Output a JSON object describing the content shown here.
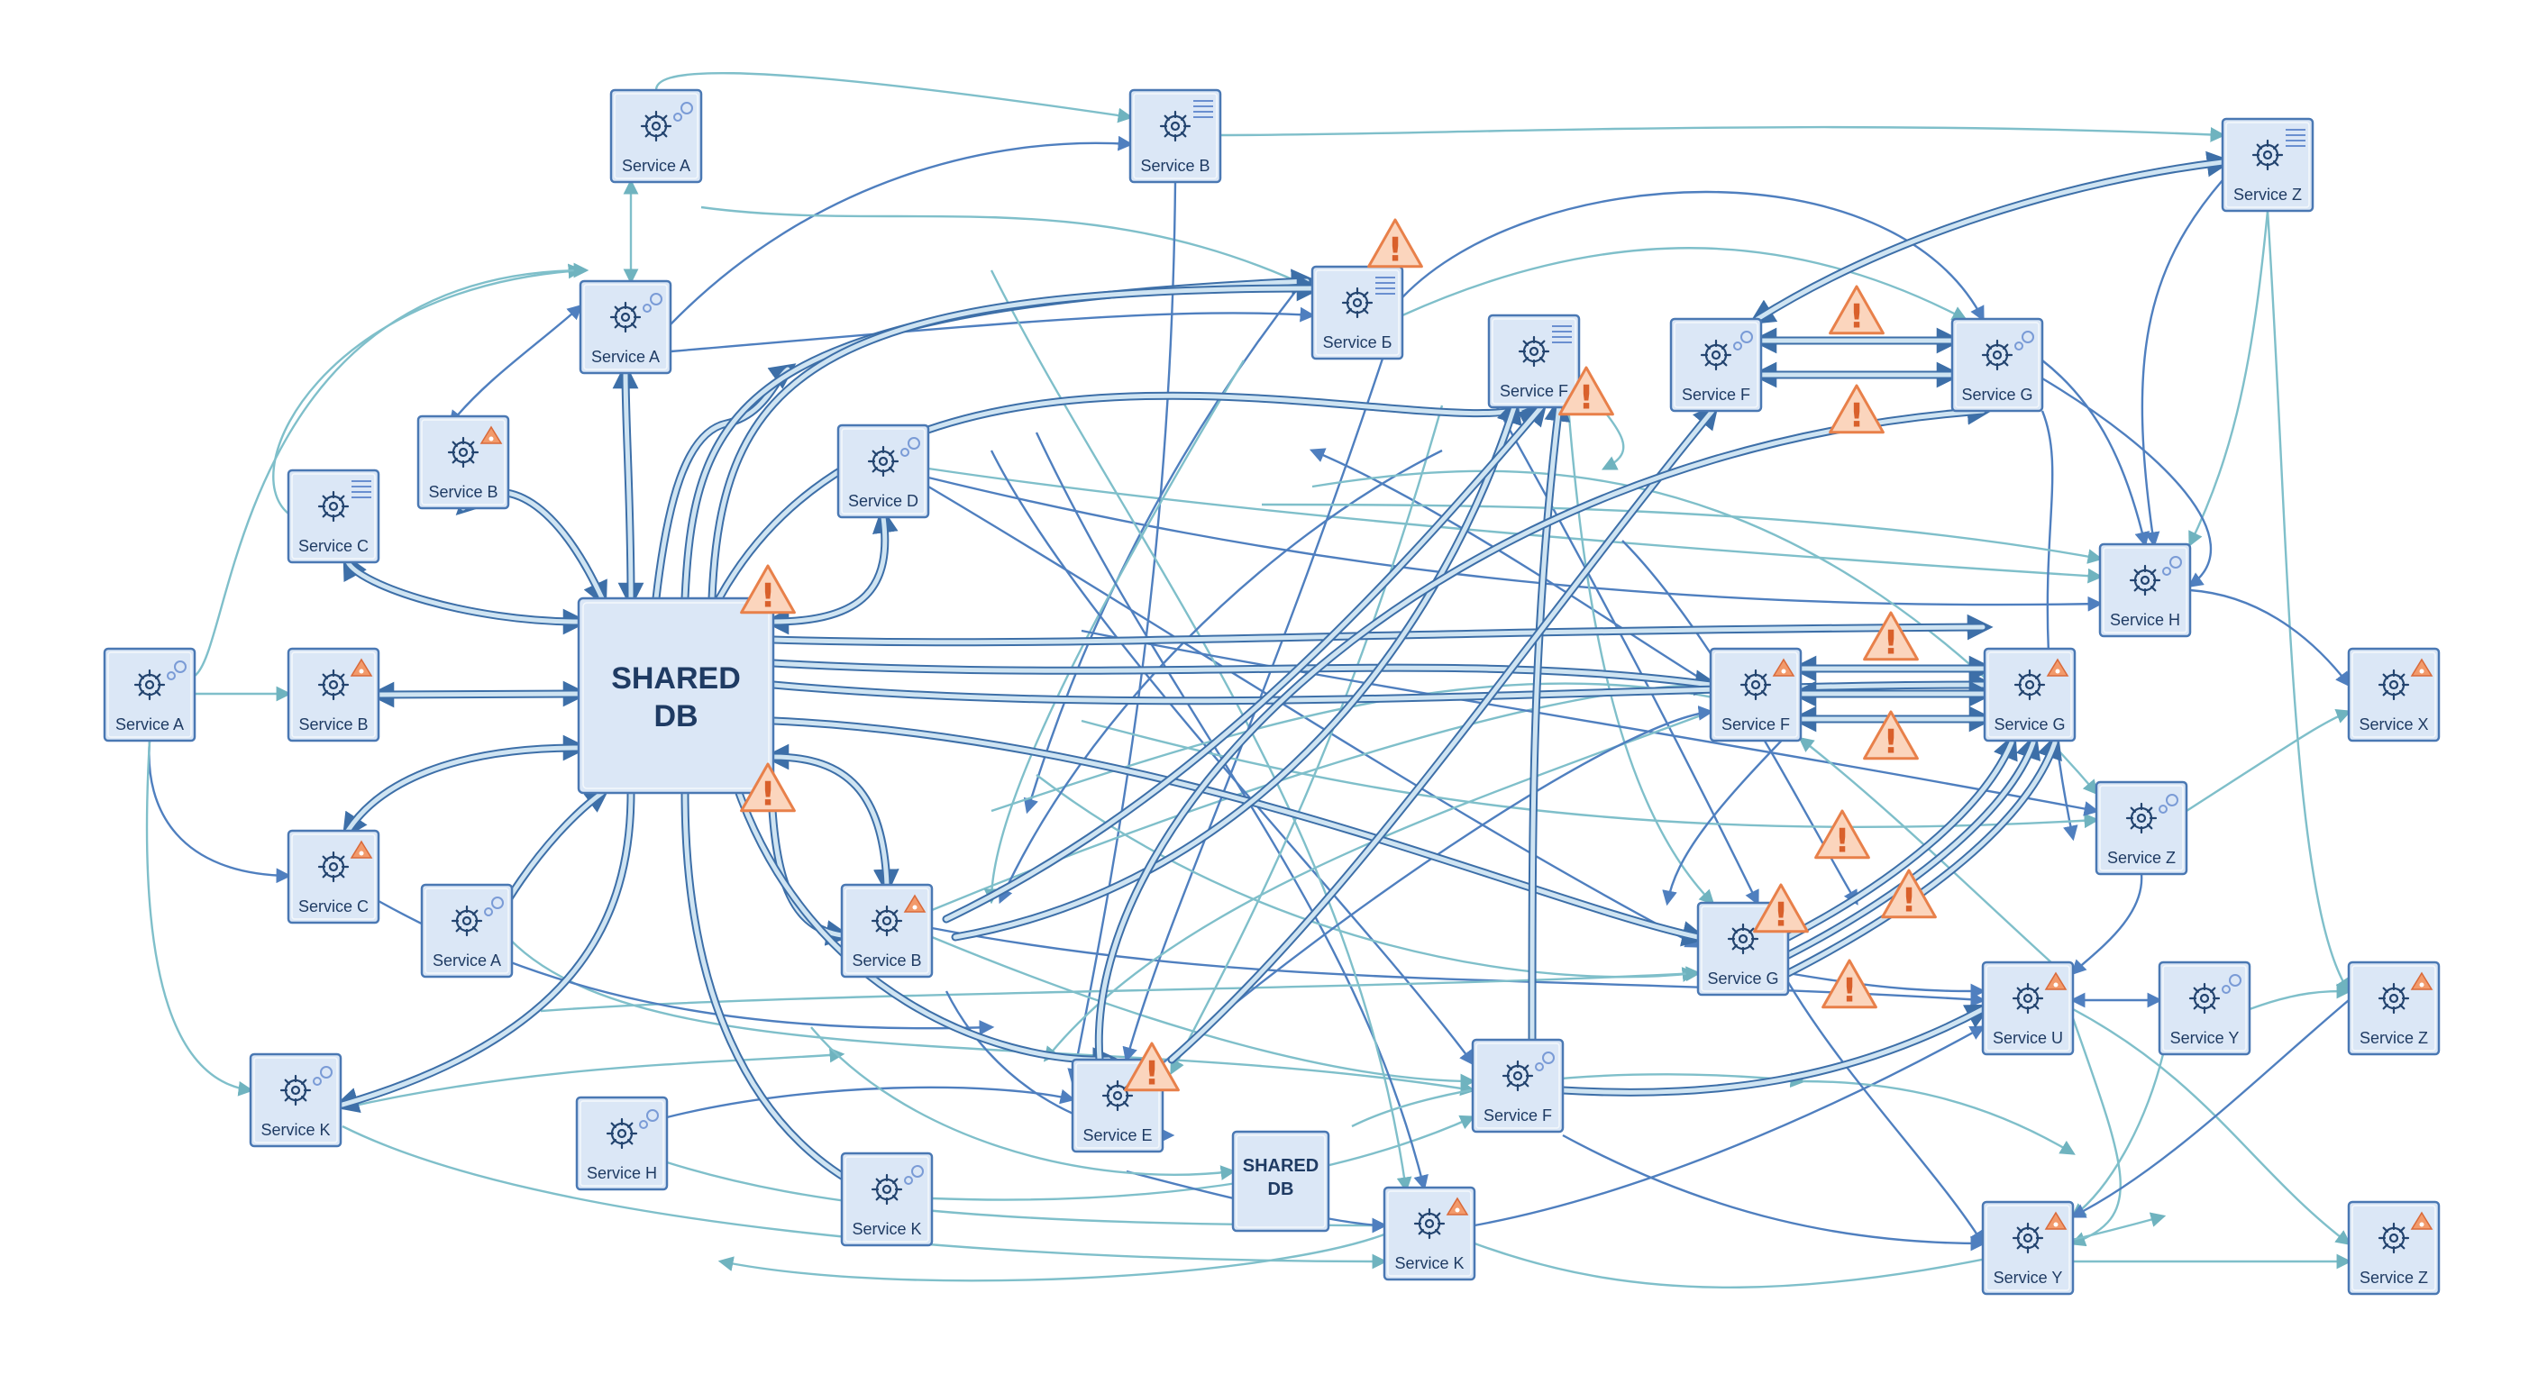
{
  "colors": {
    "node_fill": "#dbe7f6",
    "node_stroke": "#4a78b3",
    "wire_blue": "#4f7fbf",
    "wire_teal": "#7fbfca",
    "warning": "#e8804a"
  },
  "nodes": [
    {
      "id": "n1",
      "label": "Service A",
      "badge": "gears"
    },
    {
      "id": "n2",
      "label": "Service B",
      "badge": "lines"
    },
    {
      "id": "n3",
      "label": "Service Z",
      "badge": "lines"
    },
    {
      "id": "n4",
      "label": "Service Б",
      "badge": "lines"
    },
    {
      "id": "n5",
      "label": "Service A",
      "badge": "gears"
    },
    {
      "id": "n6",
      "label": "Service F",
      "badge": "lines"
    },
    {
      "id": "n7",
      "label": "Service F",
      "badge": "gears"
    },
    {
      "id": "n8",
      "label": "Service G",
      "badge": "gears"
    },
    {
      "id": "n9",
      "label": "Service B",
      "badge": "tri"
    },
    {
      "id": "n10",
      "label": "Service C",
      "badge": "lines"
    },
    {
      "id": "n11",
      "label": "Service D",
      "badge": "gears"
    },
    {
      "id": "n12",
      "label": "Service H",
      "badge": "gears"
    },
    {
      "id": "n13",
      "label": "Service A",
      "badge": "gears"
    },
    {
      "id": "n14",
      "label": "Service B",
      "badge": "tri"
    },
    {
      "id": "n15",
      "label": "Service F",
      "badge": "tri"
    },
    {
      "id": "n16",
      "label": "Service G",
      "badge": "tri"
    },
    {
      "id": "n17",
      "label": "Service X",
      "badge": "tri"
    },
    {
      "id": "n18",
      "label": "Service Z",
      "badge": "gears"
    },
    {
      "id": "n19",
      "label": "Service C",
      "badge": "tri"
    },
    {
      "id": "n20",
      "label": "Service A",
      "badge": "gears"
    },
    {
      "id": "n21",
      "label": "Service B",
      "badge": "tri"
    },
    {
      "id": "n22",
      "label": "Service G",
      "badge": "none"
    },
    {
      "id": "n23",
      "label": "Service U",
      "badge": "tri"
    },
    {
      "id": "n24",
      "label": "Service Y",
      "badge": "gears"
    },
    {
      "id": "n25",
      "label": "Service Z",
      "badge": "tri"
    },
    {
      "id": "n26",
      "label": "Service K",
      "badge": "gears"
    },
    {
      "id": "n27",
      "label": "Service E",
      "badge": "none"
    },
    {
      "id": "n28",
      "label": "Service F",
      "badge": "gears"
    },
    {
      "id": "n29",
      "label": "Service H",
      "badge": "gears"
    },
    {
      "id": "n30",
      "label": "Service K",
      "badge": "gears"
    },
    {
      "id": "n31",
      "label": "Service K",
      "badge": "tri"
    },
    {
      "id": "n32",
      "label": "Service Y",
      "badge": "tri"
    },
    {
      "id": "n33",
      "label": "Service Z",
      "badge": "tri"
    }
  ],
  "shared_db_main": {
    "line1": "SHARED",
    "line2": "DB"
  },
  "shared_db_small": {
    "line1": "SHARED",
    "line2": "DB"
  },
  "warning_glyph": "!"
}
